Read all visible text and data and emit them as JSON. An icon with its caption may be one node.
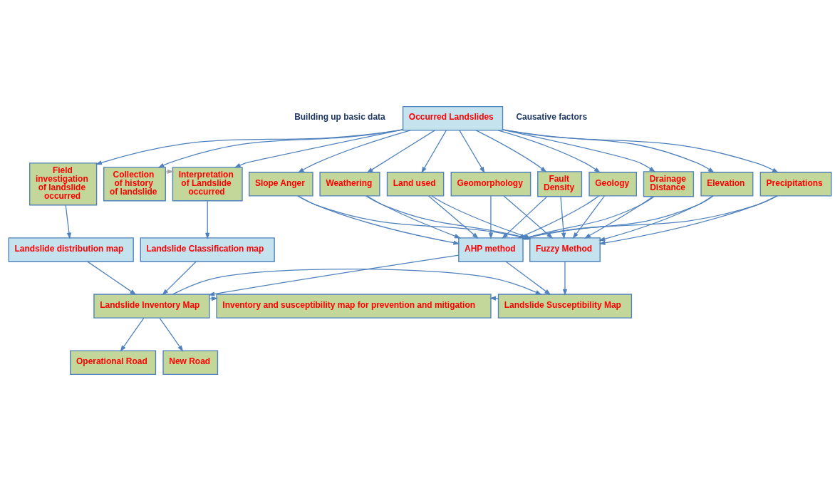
{
  "diagram": {
    "nodes": [
      {
        "text": [
          "Occurred Landslides"
        ]
      },
      {
        "text": [
          "Field investigation of landslide occurred"
        ]
      },
      {
        "text": [
          "Collection of history of landslide"
        ]
      },
      {
        "text": [
          "Interpretation of Landslide occurred"
        ]
      },
      {
        "text": [
          "Slope Anger"
        ]
      },
      {
        "text": [
          "Weathering"
        ]
      },
      {
        "text": [
          "Land used"
        ]
      },
      {
        "text": [
          "Geomorphology"
        ]
      },
      {
        "text": [
          "Fault Density"
        ]
      },
      {
        "text": [
          "Geology"
        ]
      },
      {
        "text": [
          "Drainage Distance"
        ]
      },
      {
        "text": [
          "Elevation"
        ]
      },
      {
        "text": [
          "Precipitations"
        ]
      },
      {
        "text": [
          "Landslide distribution map"
        ]
      },
      {
        "text": [
          "Landslide Classification map"
        ]
      },
      {
        "text": [
          "AHP method"
        ]
      },
      {
        "text": [
          "Fuzzy Method"
        ]
      },
      {
        "text": [
          "Landslide Inventory Map"
        ]
      },
      {
        "text": [
          "Inventory and susceptibility map for prevention and mitigation"
        ]
      },
      {
        "text": [
          "Landslide Susceptibility Map"
        ]
      },
      {
        "text": [
          "Operational Road"
        ]
      },
      {
        "text": [
          "New Road"
        ]
      }
    ],
    "edges": [
      {
        "from": 0,
        "to": 1,
        "arrow": "to"
      },
      {
        "from": 0,
        "to": 2,
        "arrow": "to"
      },
      {
        "from": 0,
        "to": 3,
        "arrow": "to"
      },
      {
        "from": 0,
        "to": 4,
        "arrow": "to"
      },
      {
        "from": 0,
        "to": 5,
        "arrow": "to"
      },
      {
        "from": 0,
        "to": 6,
        "arrow": "to"
      },
      {
        "from": 0,
        "to": 7,
        "arrow": "to"
      },
      {
        "from": 0,
        "to": 8,
        "arrow": "to"
      },
      {
        "from": 0,
        "to": 9,
        "arrow": "to"
      },
      {
        "from": 0,
        "to": 10,
        "arrow": "to"
      },
      {
        "from": 0,
        "to": 11,
        "arrow": "to"
      },
      {
        "from": 0,
        "to": 12,
        "arrow": "to"
      },
      {
        "from": 2,
        "to": 3,
        "arrow": "to",
        "color": "#a6a6a6"
      },
      {
        "from": 1,
        "to": 13,
        "arrow": "to"
      },
      {
        "from": 3,
        "to": 14,
        "arrow": "to"
      },
      {
        "from": 4,
        "to": 15,
        "arrow": "to"
      },
      {
        "from": 5,
        "to": 15,
        "arrow": "to"
      },
      {
        "from": 6,
        "to": 15,
        "arrow": "to"
      },
      {
        "from": 7,
        "to": 15,
        "arrow": "to"
      },
      {
        "from": 8,
        "to": 15,
        "arrow": "to"
      },
      {
        "from": 9,
        "to": 15,
        "arrow": "to"
      },
      {
        "from": 10,
        "to": 15,
        "arrow": "to"
      },
      {
        "from": 11,
        "to": 15,
        "arrow": "to"
      },
      {
        "from": 12,
        "to": 15,
        "arrow": "to"
      },
      {
        "from": 4,
        "to": 16,
        "arrow": "to"
      },
      {
        "from": 5,
        "to": 16,
        "arrow": "to"
      },
      {
        "from": 6,
        "to": 16,
        "arrow": "to"
      },
      {
        "from": 7,
        "to": 16,
        "arrow": "to"
      },
      {
        "from": 8,
        "to": 16,
        "arrow": "to"
      },
      {
        "from": 9,
        "to": 16,
        "arrow": "to"
      },
      {
        "from": 10,
        "to": 16,
        "arrow": "to"
      },
      {
        "from": 11,
        "to": 16,
        "arrow": "to"
      },
      {
        "from": 12,
        "to": 16,
        "arrow": "to"
      },
      {
        "from": 13,
        "to": 17,
        "arrow": "to"
      },
      {
        "from": 14,
        "to": 17,
        "arrow": "to"
      },
      {
        "from": 15,
        "to": 17,
        "arrow": "to"
      },
      {
        "from": 15,
        "to": 19,
        "arrow": "to"
      },
      {
        "from": 16,
        "to": 19,
        "arrow": "to"
      },
      {
        "from": 17,
        "to": 18,
        "arrow": "to"
      },
      {
        "from": 19,
        "to": 18,
        "arrow": "to"
      },
      {
        "from": 17,
        "to": 20,
        "arrow": "to"
      },
      {
        "from": 17,
        "to": 21,
        "arrow": "to"
      },
      {
        "from": 17,
        "to": 19,
        "arrow": "to"
      }
    ],
    "labels": [
      "Building up basic data",
      "Causative factors"
    ]
  }
}
